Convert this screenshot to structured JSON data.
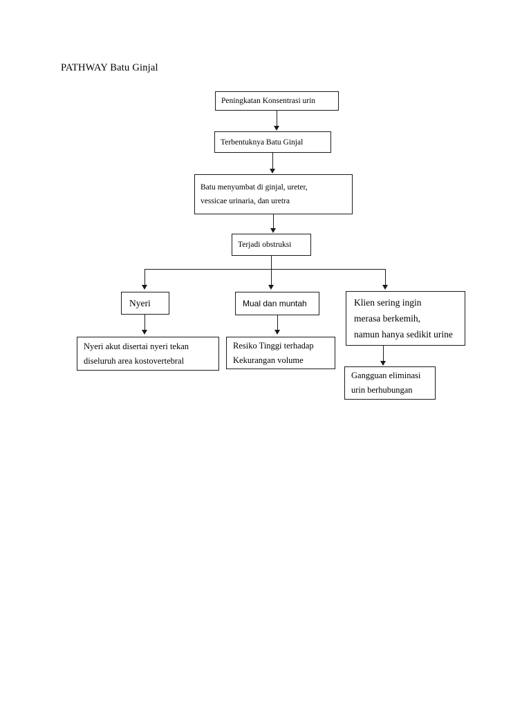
{
  "document": {
    "title": "PATHWAY Batu Ginjal"
  },
  "diagram": {
    "type": "flowchart",
    "orientation": "top-down",
    "nodes": [
      {
        "id": "konsentrasi",
        "lines": [
          "Peningkatan Konsentrasi urin"
        ]
      },
      {
        "id": "terbentuk",
        "lines": [
          "Terbentuknya Batu Ginjal"
        ]
      },
      {
        "id": "menyumbat",
        "lines": [
          "Batu menyumbat di ginjal, ureter,",
          "vessicae urinaria, dan uretra"
        ]
      },
      {
        "id": "obstruksi",
        "lines": [
          "Terjadi obstruksi"
        ]
      },
      {
        "id": "nyeri",
        "lines": [
          "Nyeri"
        ]
      },
      {
        "id": "mual",
        "lines": [
          "Mual dan muntah"
        ]
      },
      {
        "id": "klien",
        "lines": [
          "Klien sering ingin",
          "merasa  berkemih,",
          "namun hanya sedikit urine"
        ]
      },
      {
        "id": "nyeriakut",
        "lines": [
          "Nyeri akut disertai nyeri tekan",
          "diseluruh area kostovertebral"
        ]
      },
      {
        "id": "resiko",
        "lines": [
          "Resiko Tinggi terhadap",
          "Kekurangan volume"
        ]
      },
      {
        "id": "gangguan",
        "lines": [
          "Gangguan eliminasi",
          "urin  berhubungan"
        ]
      }
    ],
    "edges": [
      {
        "from": "konsentrasi",
        "to": "terbentuk"
      },
      {
        "from": "terbentuk",
        "to": "menyumbat"
      },
      {
        "from": "menyumbat",
        "to": "obstruksi"
      },
      {
        "from": "obstruksi",
        "to": "nyeri"
      },
      {
        "from": "obstruksi",
        "to": "mual"
      },
      {
        "from": "obstruksi",
        "to": "klien"
      },
      {
        "from": "nyeri",
        "to": "nyeriakut"
      },
      {
        "from": "mual",
        "to": "resiko"
      },
      {
        "from": "klien",
        "to": "gangguan"
      }
    ],
    "colors": {
      "line": "#1a1a1a",
      "box_fill": "#ffffff",
      "text": "#000000",
      "page_background": "#ffffff"
    }
  }
}
